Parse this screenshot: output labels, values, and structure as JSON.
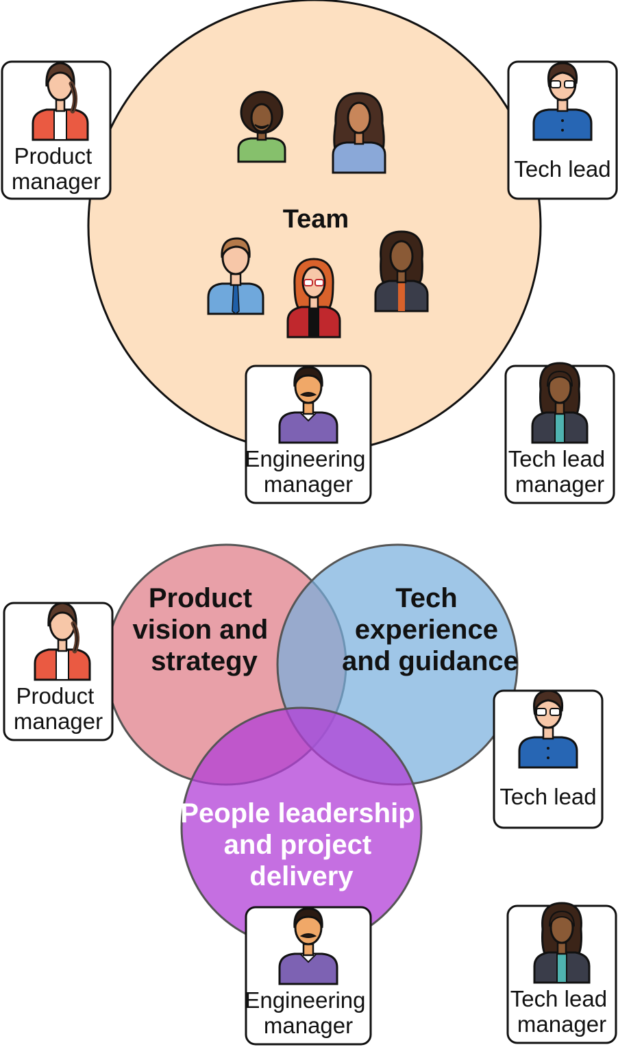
{
  "team": {
    "title": "Team",
    "fill": "#fde0c1"
  },
  "top_cards": {
    "product_manager": [
      "Product",
      "manager"
    ],
    "tech_lead": [
      "Tech lead"
    ],
    "engineering_manager": [
      "Engineering",
      "manager"
    ],
    "tech_lead_manager": [
      "Tech lead",
      "manager"
    ]
  },
  "venn": {
    "product": {
      "lines": [
        "Product",
        "vision and",
        "strategy"
      ],
      "color": "#e48f99"
    },
    "tech": {
      "lines": [
        "Tech",
        "experience",
        "and guidance"
      ],
      "color": "#76aedd"
    },
    "people": {
      "lines": [
        "People leadership",
        "and project",
        "delivery"
      ],
      "color": "#b23fd7"
    }
  },
  "bottom_cards": {
    "product_manager": [
      "Product",
      "manager"
    ],
    "tech_lead": [
      "Tech lead"
    ],
    "engineering_manager": [
      "Engineering",
      "manager"
    ],
    "tech_lead_manager": [
      "Tech lead",
      "manager"
    ]
  },
  "icons": {
    "product_manager": "woman-braid-avatar-icon",
    "tech_lead": "man-glasses-avatar-icon",
    "engineering_manager": "man-mustache-avatar-icon",
    "tech_lead_manager": "woman-curly-hair-avatar-icon"
  }
}
